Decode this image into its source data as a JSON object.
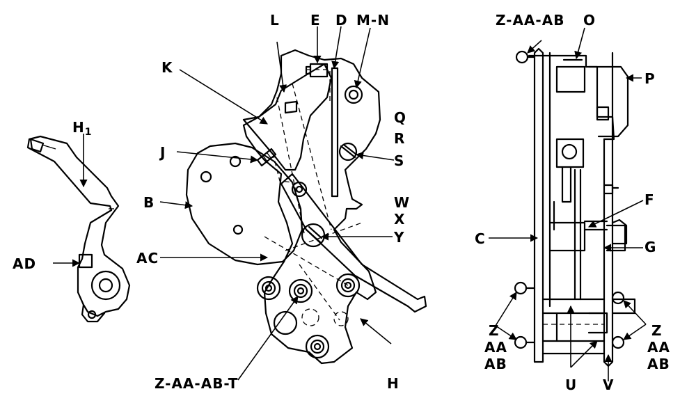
{
  "labels": {
    "H1": "H",
    "H1_sub": "1",
    "AD": "AD",
    "K": "K",
    "L": "L",
    "E": "E",
    "D": "D",
    "MN": "M-N",
    "Q": "Q",
    "R": "R",
    "S": "S",
    "J": "J",
    "B": "B",
    "W": "W",
    "X": "X",
    "Y": "Y",
    "AC": "AC",
    "H": "H",
    "ZAABT": "Z-AA-AB-T",
    "ZAAB_top": "Z-AA-AB",
    "O": "O",
    "P": "P",
    "F": "F",
    "C": "C",
    "G": "G",
    "Z_left": "Z",
    "AA_left": "AA",
    "AB_left": "AB",
    "Z_right": "Z",
    "AA_right": "AA",
    "AB_right": "AB",
    "U": "U",
    "V": "V"
  }
}
